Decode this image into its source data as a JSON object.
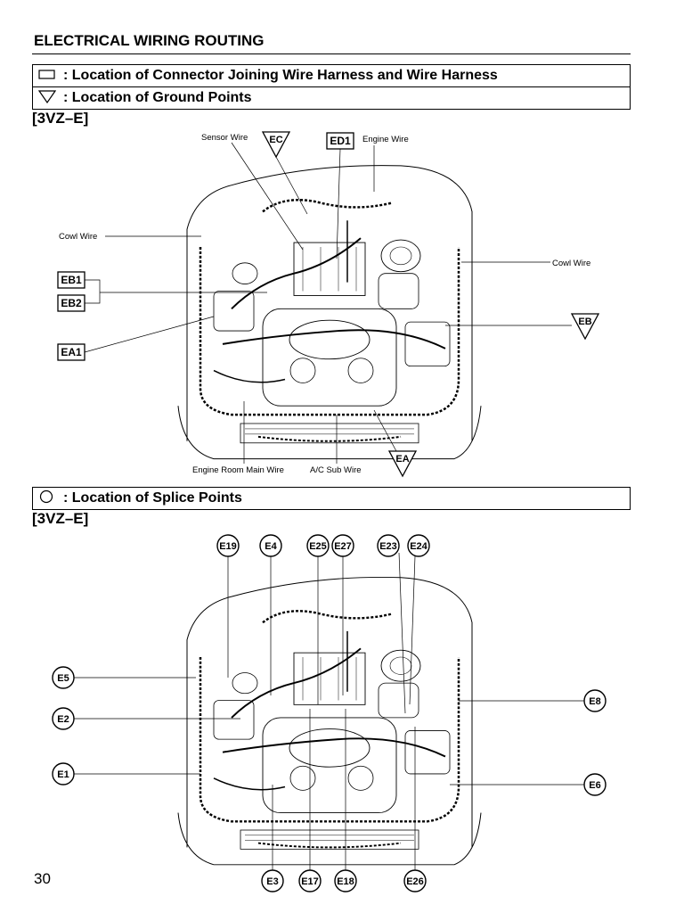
{
  "title": "ELECTRICAL WIRING ROUTING",
  "legend": {
    "connector": ": Location of Connector Joining Wire Harness and Wire Harness",
    "ground": ": Location of Ground Points",
    "splice": ": Location of Splice Points"
  },
  "engine_label": "[3VZ–E]",
  "diagram1": {
    "labels": {
      "sensor_wire": "Sensor Wire",
      "engine_wire": "Engine Wire",
      "cowl_wire_left": "Cowl Wire",
      "cowl_wire_right": "Cowl Wire",
      "engine_room_main_wire": "Engine Room Main Wire",
      "ac_sub_wire": "A/C Sub Wire"
    },
    "connectors": [
      "ED1",
      "EB1",
      "EB2",
      "EA1"
    ],
    "grounds": [
      "EC",
      "EB",
      "EA"
    ]
  },
  "diagram2": {
    "splices": [
      "E19",
      "E4",
      "E25",
      "E27",
      "E23",
      "E24",
      "E5",
      "E2",
      "E1",
      "E8",
      "E6",
      "E3",
      "E17",
      "E18",
      "E26"
    ]
  },
  "page_number": "30"
}
